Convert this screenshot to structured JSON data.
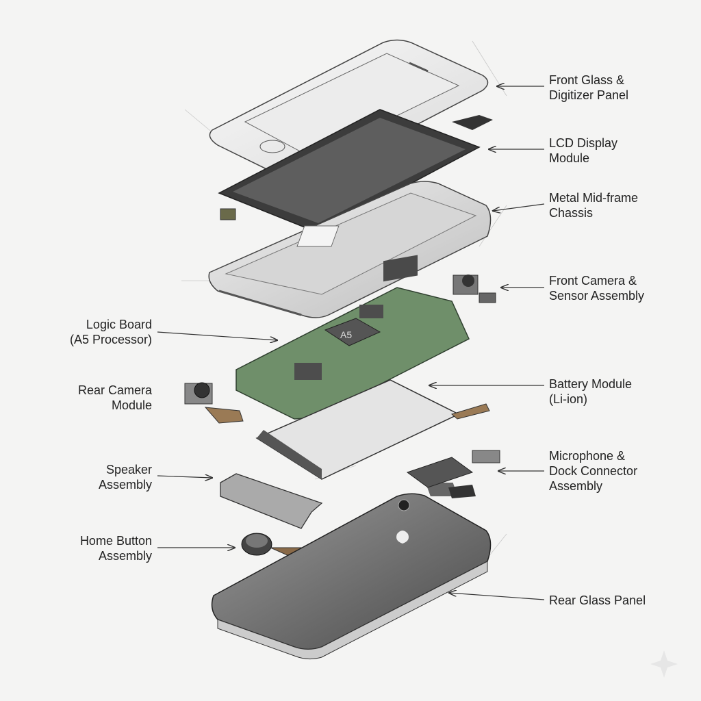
{
  "title": "Exploded view of smartphone components",
  "labels": {
    "front_glass": [
      "Front Glass &",
      "Digitizer Panel"
    ],
    "lcd": [
      "LCD Display",
      "Module"
    ],
    "midframe": [
      "Metal Mid-frame",
      "Chassis"
    ],
    "front_camera": [
      "Front Camera &",
      "Sensor Assembly"
    ],
    "logic_board": [
      "Logic Board",
      "(A5 Processor)"
    ],
    "rear_camera": [
      "Rear Camera",
      "Module"
    ],
    "battery": [
      "Battery Module",
      "(Li-ion)"
    ],
    "speaker": [
      "Speaker",
      "Assembly"
    ],
    "microphone": [
      "Microphone &",
      "Dock Connector",
      "Assembly"
    ],
    "home_button": [
      "Home Button",
      "Assembly"
    ],
    "rear_glass": [
      "Rear Glass Panel"
    ]
  },
  "chip_label": "A5",
  "colors": {
    "board": "#6f8f6a",
    "line": "#333333",
    "dark": "#555555"
  }
}
